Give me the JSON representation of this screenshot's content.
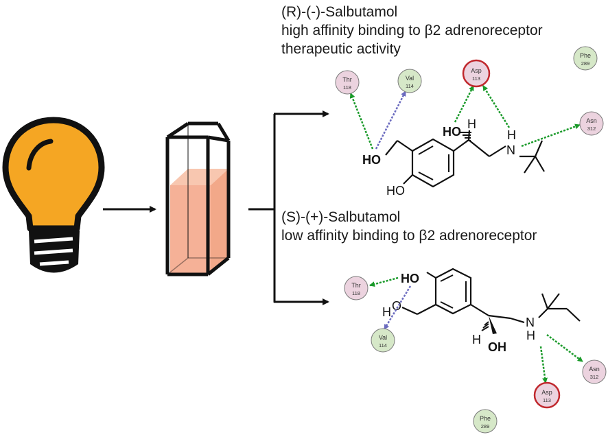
{
  "r_enantiomer": {
    "name": "(R)-(-)-Salbutamol",
    "affinity": "high affinity binding to β2 adrenoreceptor",
    "activity": "therapeutic activity"
  },
  "s_enantiomer": {
    "name": "(S)-(+)-Salbutamol",
    "affinity": "low affinity binding to β2 adrenoreceptor"
  },
  "residues": {
    "thr": {
      "name": "Thr",
      "num": "118"
    },
    "val": {
      "name": "Val",
      "num": "114"
    },
    "asp": {
      "name": "Asp",
      "num": "113"
    },
    "asn": {
      "name": "Asn",
      "num": "312"
    },
    "phe": {
      "name": "Phe",
      "num": "289"
    }
  },
  "atoms": {
    "ho": "HO",
    "h": "H",
    "n": "N",
    "o": "O",
    "oh": "OH"
  },
  "colors": {
    "bulb": "#f5a623",
    "cuvette_liquid": "#f5b197",
    "hbond_green": "#1a9a2a",
    "hbond_purple": "#6b6bbf",
    "residue_pink": "#ecd3df",
    "residue_green": "#d6e8c8",
    "asp_ring": "#c0282d"
  },
  "icons": [
    "lightbulb-icon",
    "cuvette-icon"
  ]
}
